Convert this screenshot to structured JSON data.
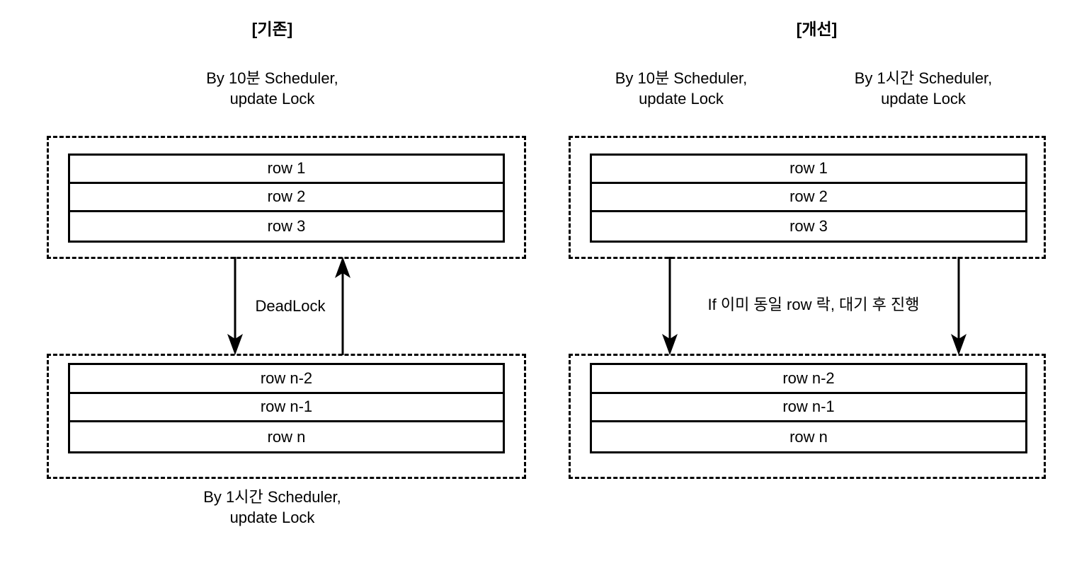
{
  "diagram": {
    "title_left": "[기존]",
    "title_right": "[개선]",
    "left": {
      "top_scheduler_label": "By 10분 Scheduler,\nupdate Lock",
      "bottom_scheduler_label": "By 1시간 Scheduler,\nupdate Lock",
      "arrow_caption": "DeadLock",
      "top_table": {
        "rows": [
          "row 1",
          "row 2",
          "row 3"
        ]
      },
      "bottom_table": {
        "rows": [
          "row n-2",
          "row n-1",
          "row n"
        ]
      },
      "arrows": [
        {
          "name": "down-arrow",
          "direction": "down"
        },
        {
          "name": "up-arrow",
          "direction": "up"
        }
      ]
    },
    "right": {
      "scheduler_label_1": "By 10분 Scheduler,\nupdate Lock",
      "scheduler_label_2": "By 1시간 Scheduler,\nupdate Lock",
      "arrow_caption": "If 이미 동일 row 락, 대기 후 진행",
      "top_table": {
        "rows": [
          "row 1",
          "row 2",
          "row 3"
        ]
      },
      "bottom_table": {
        "rows": [
          "row n-2",
          "row n-1",
          "row n"
        ]
      },
      "arrows": [
        {
          "name": "down-arrow-left",
          "direction": "down"
        },
        {
          "name": "down-arrow-right",
          "direction": "down"
        }
      ]
    },
    "colors": {
      "stroke": "#000000",
      "background": "#ffffff"
    }
  }
}
